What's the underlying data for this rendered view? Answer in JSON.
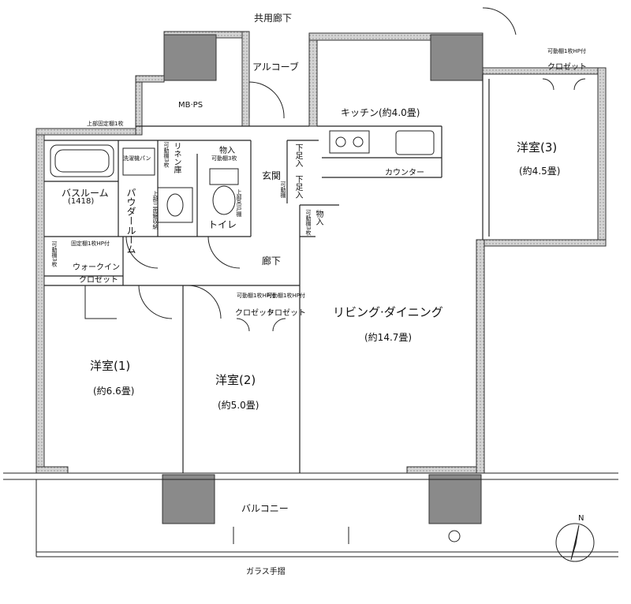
{
  "labels": {
    "common_corridor": "共用廊下",
    "alcove": "アルコーブ",
    "mbps": "MB·PS",
    "kitchen": "キッチン(約4.0畳)",
    "counter": "カウンター",
    "room3": "洋室(3)",
    "room3_size": "(約4.5畳)",
    "closet_top": "クロゼット",
    "movable_shelf_hp": "可動棚1枚HP付",
    "fixed_shelf_top": "上部固定棚1枚",
    "wash_pan": "洗濯機パン",
    "linen": "リネン庫",
    "movable_shelf_3": "可動棚3枚",
    "storage_a": "物入",
    "storage_a_note": "可動棚3枚",
    "storage_b": "物入",
    "storage_b_note": "可動棚3枚",
    "entrance": "玄関",
    "shoebox1": "下足入",
    "shoebox2": "下足入",
    "shoebox_note": "可動棚",
    "bathroom": "バスルーム",
    "bathroom_size": "(1418)",
    "powder_room": "パウダールーム",
    "toilet": "トイレ",
    "toilet_upper": "上部吊戸棚",
    "powder_upper": "上部三面鏡収納",
    "hallway": "廊下",
    "living": "リビング·ダイニング",
    "living_size": "(約14.7畳)",
    "wic": "ウォークイン",
    "wic2": "クロゼット",
    "wic_shelf": "固定棚1枚HP付",
    "wic_upper": "可動棚3枚",
    "room1": "洋室(1)",
    "room1_size": "(約6.6畳)",
    "room2": "洋室(2)",
    "room2_size": "(約5.0畳)",
    "closet_a": "クロゼット",
    "closet_b": "クロゼット",
    "closet_note_a": "可動棚1枚HP付",
    "closet_note_b": "可動棚1枚HP付",
    "balcony": "バルコニー",
    "glass_rail": "ガラス手摺",
    "north": "N"
  },
  "colors": {
    "wall_fill": "#cfcfcf",
    "wall_line": "#333333",
    "column": "#8a8a8a",
    "line": "#222222"
  }
}
